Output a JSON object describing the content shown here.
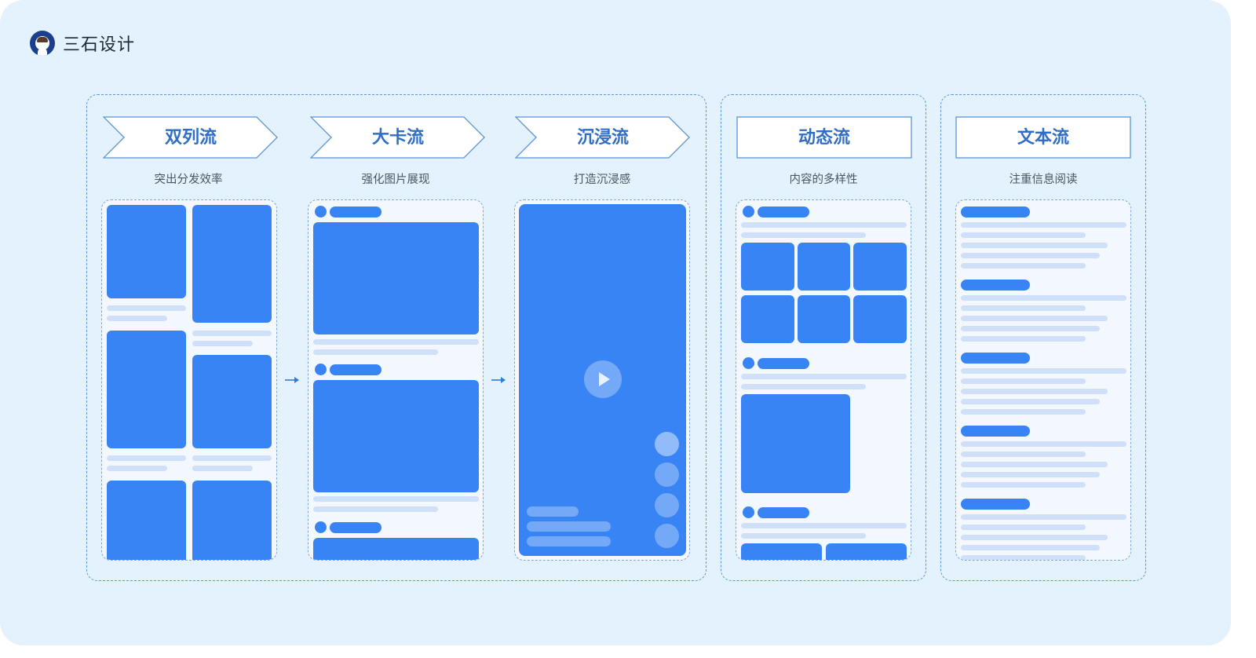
{
  "brand": {
    "name": "三石设计",
    "logo_icon": "avatar-logo-icon"
  },
  "columns": [
    {
      "title": "双列流",
      "subtitle": "突出分发效率",
      "shape": "chevron"
    },
    {
      "title": "大卡流",
      "subtitle": "强化图片展现",
      "shape": "chevron"
    },
    {
      "title": "沉浸流",
      "subtitle": "打造沉浸感",
      "shape": "chevron"
    },
    {
      "title": "动态流",
      "subtitle": "内容的多样性",
      "shape": "rectangle"
    },
    {
      "title": "文本流",
      "subtitle": "注重信息阅读",
      "shape": "rectangle"
    }
  ],
  "colors": {
    "background": "#e3f2fd",
    "accent": "#3884f4",
    "placeholder_line": "#cfe0f8",
    "title_text": "#2f6ec6",
    "dashed_border": "#5b95d6"
  }
}
